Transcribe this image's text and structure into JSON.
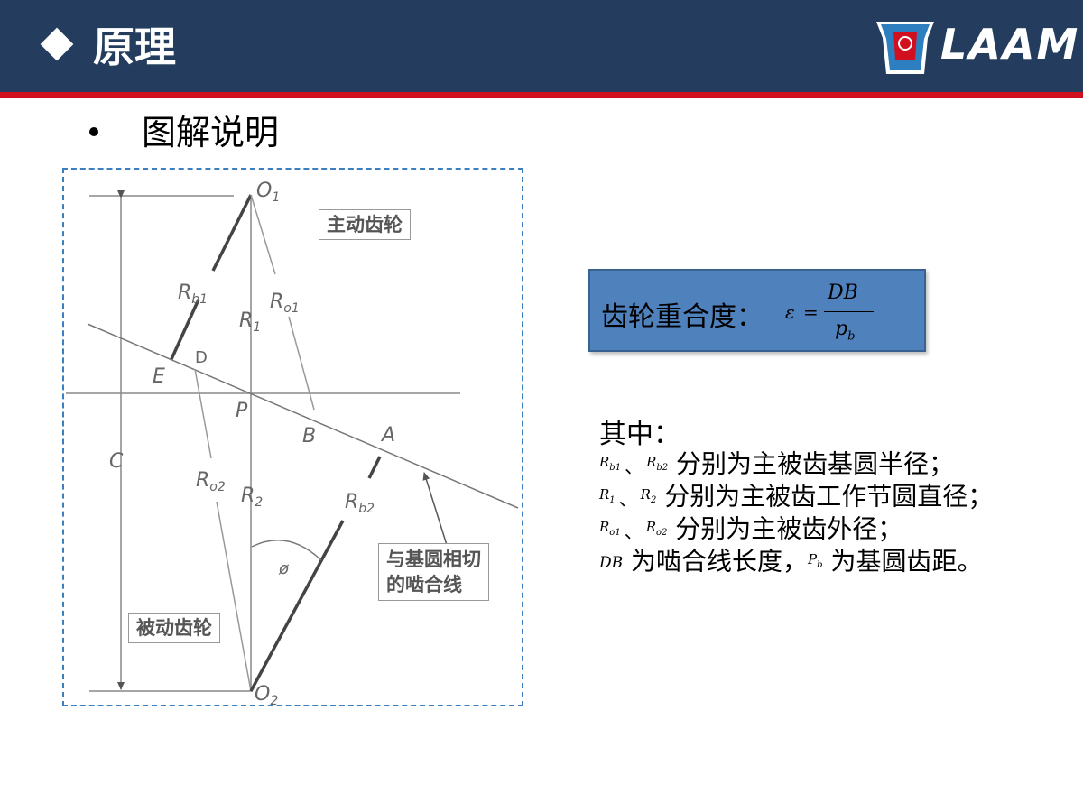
{
  "header": {
    "title": "原理",
    "logo_text": "LAAM",
    "colors": {
      "bar": "#243d5e",
      "stripe": "#d0101f"
    }
  },
  "subtitle": "图解说明",
  "diagram": {
    "labels": {
      "O1": "O",
      "O1_sub": "1",
      "O2": "O",
      "O2_sub": "2",
      "Rb1": "R",
      "Rb1_sub": "b1",
      "Ro1": "R",
      "Ro1_sub": "o1",
      "R1": "R",
      "R1_sub": "1",
      "Ro2": "R",
      "Ro2_sub": "o2",
      "R2": "R",
      "R2_sub": "2",
      "Rb2": "R",
      "Rb2_sub": "b2",
      "D": "D",
      "E": "E",
      "P": "P",
      "B": "B",
      "A": "A",
      "C": "C",
      "phi": "ø"
    },
    "box_driving": "主动齿轮",
    "box_driven": "被动齿轮",
    "box_line_1": "与基圆相切",
    "box_line_2": "的啮合线"
  },
  "formula": {
    "label": "齿轮重合度：",
    "eps": "ε",
    "eq": "=",
    "numerator": "DB",
    "denominator": "p",
    "denominator_sub": "b"
  },
  "description": {
    "heading": "其中：",
    "sep": "、",
    "line1_sym1": "R",
    "line1_sym1_sub": "b1",
    "line1_sym2": "R",
    "line1_sym2_sub": "b2",
    "line1_text": "分别为主被齿基圆半径；",
    "line2_sym1": "R",
    "line2_sym1_sub": "1",
    "line2_sym2": "R",
    "line2_sym2_sub": "2",
    "line2_text": "分别为主被齿工作节圆直径；",
    "line3_sym1": "R",
    "line3_sym1_sub": "o1",
    "line3_sym2": "R",
    "line3_sym2_sub": "o2",
    "line3_text": "分别为主被齿外径；",
    "line4_sym1": "DB",
    "line4_text1": "为啮合线长度，",
    "line4_sym2": "P",
    "line4_sym2_sub": "b",
    "line4_text2": "为基圆齿距。"
  }
}
